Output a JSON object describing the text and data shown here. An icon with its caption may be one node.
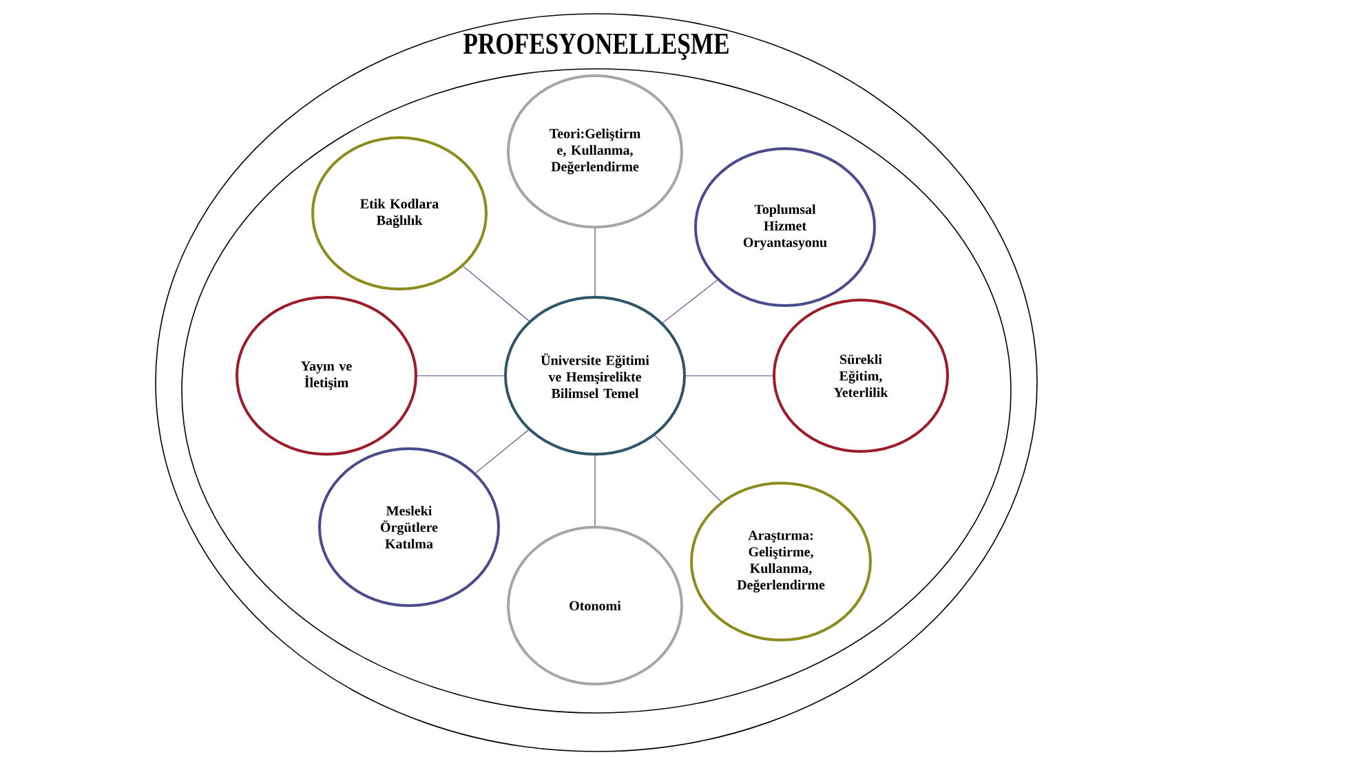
{
  "diagram": {
    "nodes": [
      {
        "text": [
          "PROFESYONELLEŞME"
        ]
      },
      {
        "text": [],
        "shape": "ellipse",
        "in": 0
      },
      {
        "text": [
          "Teori:Geliştirm e, Kullanma, Değerlendirme"
        ],
        "in": 1
      },
      {
        "text": [
          "Etik Kodlara Bağlılık"
        ],
        "in": 1
      },
      {
        "text": [
          "Toplumsal Hizmet Oryantasyonu"
        ],
        "in": 1
      },
      {
        "text": [
          "Yayın ve İletişim"
        ],
        "in": 1
      },
      {
        "text": [
          "Üniversite Eğitimi ve Hemşirelikte Bilimsel Temel"
        ],
        "in": 1
      },
      {
        "text": [
          "Sürekli Eğitim, Yeterlilik"
        ],
        "in": 1
      },
      {
        "text": [
          "Mesleki Örgütlere Katılma"
        ],
        "in": 1
      },
      {
        "text": [
          "Otonomi"
        ],
        "in": 1
      },
      {
        "text": [
          "Araştırma: Geliştirme, Kullanma, Değerlendirme"
        ],
        "in": 1
      }
    ],
    "edges": [
      {
        "from": 6,
        "to": 2,
        "arrow": "none"
      },
      {
        "from": 6,
        "to": 3,
        "arrow": "none"
      },
      {
        "from": 6,
        "to": 4,
        "arrow": "none"
      },
      {
        "from": 6,
        "to": 5,
        "arrow": "none"
      },
      {
        "from": 6,
        "to": 7,
        "arrow": "none"
      },
      {
        "from": 6,
        "to": 8,
        "arrow": "none"
      },
      {
        "from": 6,
        "to": 9,
        "arrow": "none"
      },
      {
        "from": 6,
        "to": 10,
        "arrow": "none"
      }
    ]
  }
}
